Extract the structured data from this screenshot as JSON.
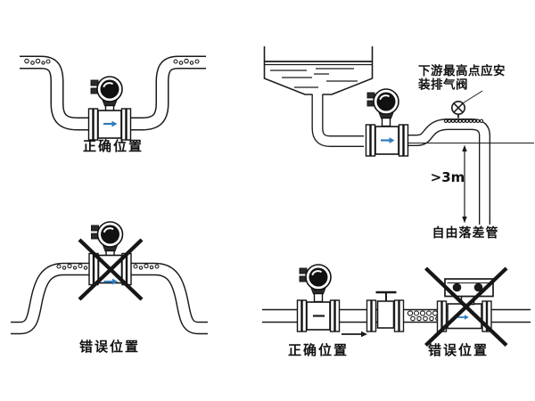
{
  "colors": {
    "line": "#1a1a1a",
    "flow_arrow_blue": "#2e7bbd",
    "background": "#ffffff"
  },
  "icons": {
    "flowmeter_round_head": "flowmeter-icon (round transmitter head on flanged body)",
    "flowmeter_box_head": "flowmeter-icon (box head with two sight dots)",
    "air_valve": "circle-with-cross exhaust-valve-icon",
    "gate_valve": "tee-handle gate-valve-icon",
    "prohibit_x": "large X cross-out mark",
    "flow_direction_arrow": "right-arrow",
    "dimension_arrow": "vertical double-headed arrow",
    "bubbles": "small air-bubble circles inside pipe"
  },
  "diagrams": {
    "u_pipe": {
      "label": "正确位置"
    },
    "tank_drop": {
      "note_line1": "下游最高点应安",
      "note_line2": "装排气阀",
      "drop_height": ">3m",
      "drop_pipe_label": "自由落差管"
    },
    "arch_pipe": {
      "label": "错误位置"
    },
    "straight_pipe": {
      "label_correct": "正确位置",
      "label_wrong": "错误位置"
    }
  }
}
